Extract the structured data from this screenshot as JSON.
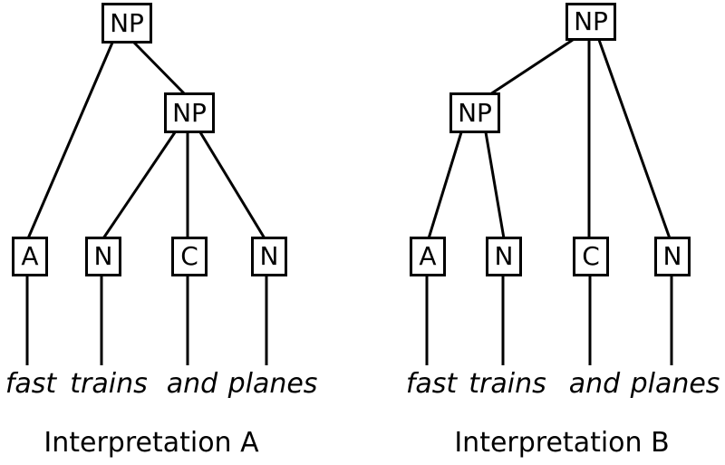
{
  "colors": {
    "background": "#ffffff",
    "line": "#000000",
    "text": "#000000"
  },
  "tree_a": {
    "caption": "Interpretation A",
    "root_label": "NP",
    "inner_label": "NP",
    "leaf_labels": [
      "A",
      "N",
      "C",
      "N"
    ],
    "words": [
      "fast",
      "trains",
      "and",
      "planes"
    ],
    "root_children": [
      "A",
      "NP"
    ],
    "inner_children": [
      "N",
      "C",
      "N"
    ]
  },
  "tree_b": {
    "caption": "Interpretation B",
    "root_label": "NP",
    "inner_label": "NP",
    "leaf_labels": [
      "A",
      "N",
      "C",
      "N"
    ],
    "words": [
      "fast",
      "trains",
      "and",
      "planes"
    ],
    "root_children": [
      "NP",
      "C",
      "N"
    ],
    "inner_children": [
      "A",
      "N"
    ]
  }
}
